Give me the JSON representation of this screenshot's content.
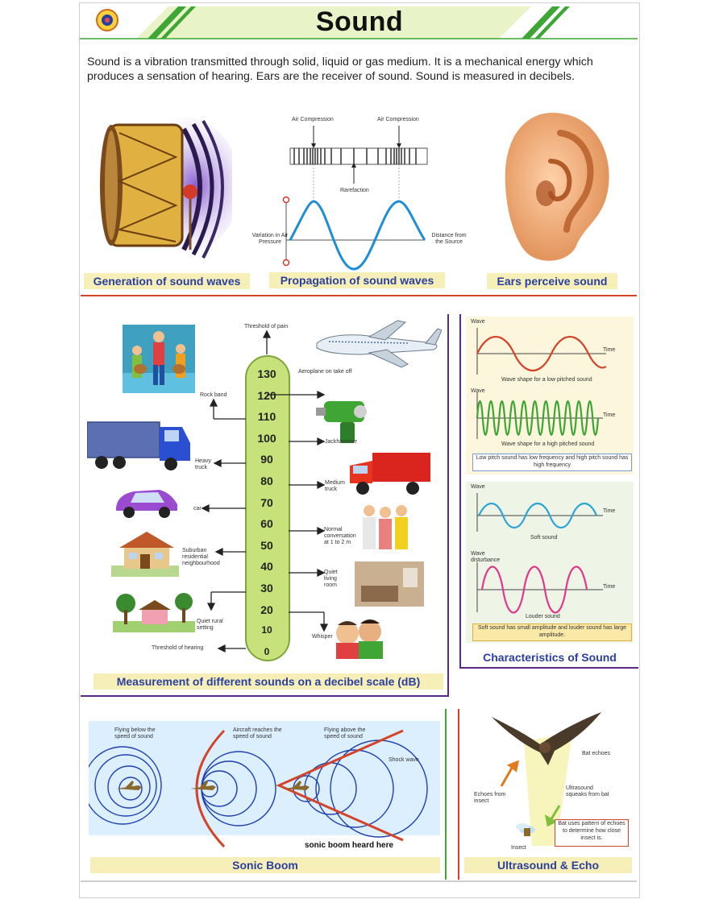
{
  "header": {
    "title": "Sound",
    "intro": "Sound is a vibration transmitted through solid, liquid or gas medium. It is a mechanical energy which produces a sensation of hearing. Ears are the receiver of sound. Sound is measured in decibels."
  },
  "top": {
    "generation_caption": "Generation of sound waves",
    "propagation_caption": "Propagation of sound waves",
    "ears_caption": "Ears perceive sound",
    "wave_labels": {
      "compression_left": "Air Compression",
      "compression_right": "Air Compression",
      "rarefaction": "Rarefaction",
      "y_axis": "Variation in Air Pressure",
      "x_axis": "Distance from the Source"
    }
  },
  "decibel": {
    "caption": "Measurement of different sounds on a decibel scale (dB)",
    "scale": [
      "130",
      "120",
      "110",
      "100",
      "90",
      "80",
      "70",
      "60",
      "50",
      "40",
      "30",
      "20",
      "10",
      "0"
    ],
    "labels": {
      "threshold_pain": "Threshold of pain",
      "aeroplane": "Aeroplane on take off",
      "rock_band": "Rock band",
      "jackhammer": "Jackhammer",
      "heavy_truck": "Heavy truck",
      "medium_truck": "Medium truck",
      "car": "car",
      "normal_conversation": "Normal conversation at 1 to 2 m",
      "suburban": "Suburban residential neighbourhood",
      "quiet_living": "Quiet living room",
      "quiet_rural": "Quiet rural setting",
      "whisper": "Whisper",
      "threshold_hearing": "Threshold of hearing"
    }
  },
  "characteristics": {
    "caption": "Characteristics of Sound",
    "wave": "Wave",
    "time": "Time",
    "low_pitch": "Wave shape for a low pitched sound",
    "high_pitch": "Wave shape for a high pitched sound",
    "pitch_note": "Low pitch sound has low frequency and high pitch sound has high frequency",
    "soft": "Soft sound",
    "wave_disturbance": "Wave disturbance",
    "louder": "Louder sound",
    "amplitude_note": "Soft sound has small amplitude and louder sound has large amplitude."
  },
  "sonic": {
    "caption": "Sonic Boom",
    "below": "Flying below the speed of sound",
    "reaches": "Aircraft reaches the speed of sound",
    "above": "Flying above the speed of sound",
    "shock": "Shock wave",
    "heard": "sonic boom heard here"
  },
  "ultrasound": {
    "caption": "Ultrasound & Echo",
    "bat_echoes": "Bat echoes",
    "squeaks": "Ultrasound squeaks from bat",
    "echoes_insect": "Echoes from insect",
    "insect": "Insect",
    "note": "Bat uses pattern of echoes to determine how close insect is."
  },
  "colors": {
    "caption_bg": "#f6f0b8",
    "caption_text": "#2a3f9e",
    "green": "#3fa535",
    "red": "#d3452b",
    "purple": "#5b2a86",
    "magenta": "#e0388c",
    "cyan": "#2aa5d8"
  }
}
